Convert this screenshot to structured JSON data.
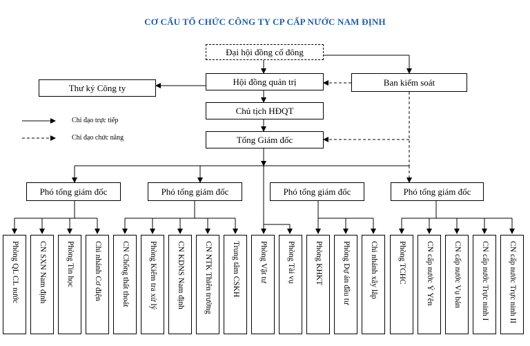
{
  "title": "CƠ CẤU TỔ CHỨC CÔNG TY CP CẤP NƯỚC NAM ĐỊNH",
  "legend": {
    "direct": "Chỉ đạo trực tiếp",
    "functional": "Chỉ đạo chức năng"
  },
  "top": {
    "shareholders": "Đại hội đồng cổ đông",
    "board": "Hội đồng quản trị",
    "supervisory": "Ban kiểm soát",
    "secretary": "Thư ký Công ty",
    "chairman": "Chủ tịch HĐQT",
    "ceo": "Tổng Giám đốc"
  },
  "deputies": [
    {
      "label": "Phó tổng giám đốc",
      "units": [
        "Phòng QL CL nước",
        "CN SXN Nam định",
        "Phòng Tin học",
        "Chi nhánh Cơ điện"
      ]
    },
    {
      "label": "Phó tổng giám đốc",
      "units": [
        "CN Chống thất thoát",
        "Phòng Kiểm tra xử lý",
        "CN KDNS Nam định",
        "CN NTK Thiên trường",
        "Trung tâm CSKH"
      ]
    },
    {
      "label": "Phó tổng giám đốc",
      "units": [
        "Phòng KHKT",
        "Phòng Dự án đầu tư",
        "Chi nhánh xây lắp"
      ]
    },
    {
      "label": "Phó tổng giám đốc",
      "units": [
        "Phòng TCHC",
        "CN cấp nước Ý Yên",
        "CN cấp nước Vụ bản",
        "CN cấp nước Trực ninh I",
        "CN cấp nước Trực ninh II"
      ]
    }
  ],
  "ceo_direct_units": [
    "Phòng Vật tư",
    "Phòng Tài vụ"
  ]
}
